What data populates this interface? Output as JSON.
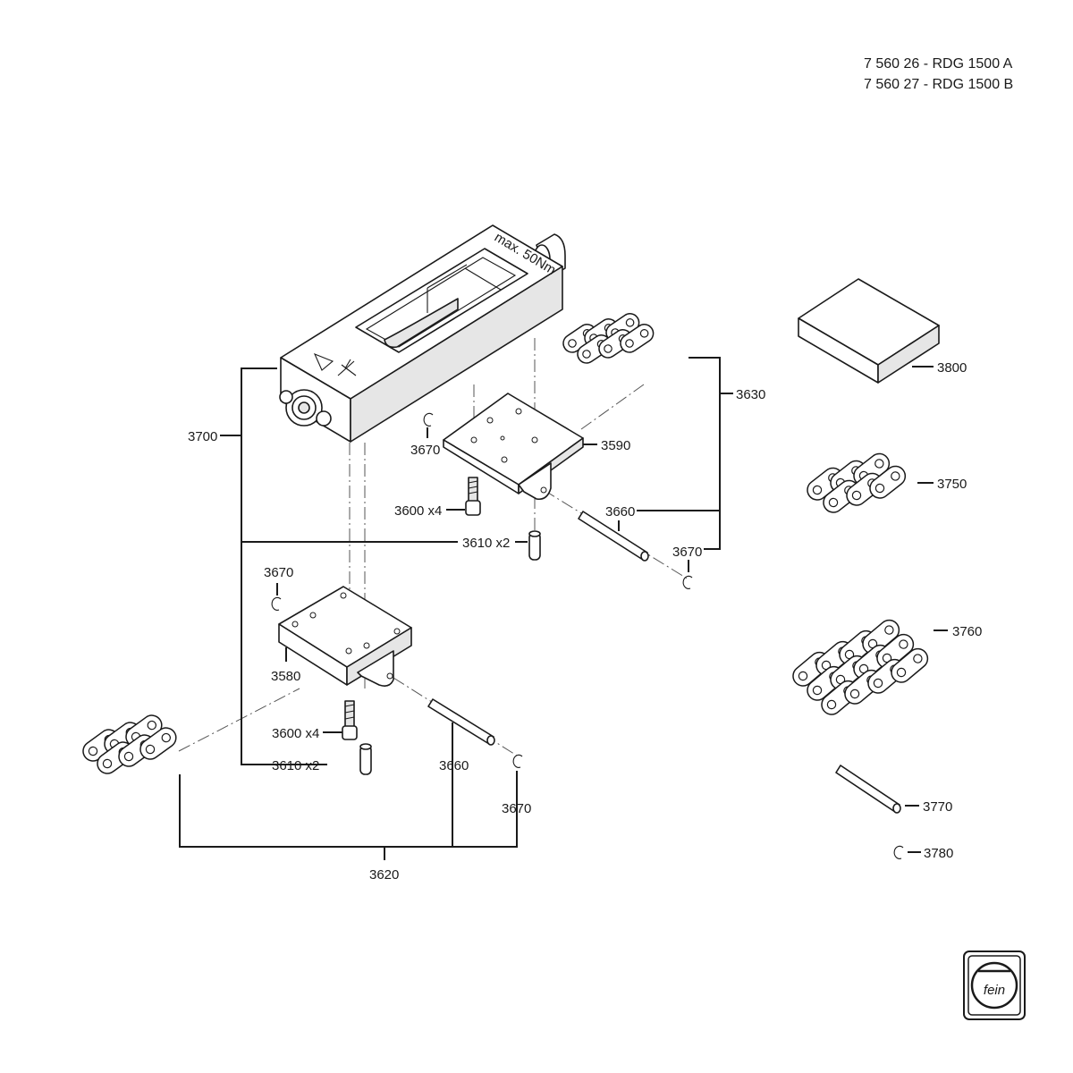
{
  "header": {
    "line1": "7 560 26 - RDG 1500 A",
    "line2": "7 560 27 - RDG 1500 B"
  },
  "housing_text": "max. 50Nm",
  "labels": {
    "p3700": "3700",
    "p3630": "3630",
    "p3800": "3800",
    "p3590": "3590",
    "p3670_a": "3670",
    "p3600_a": "3600 x4",
    "p3660_a": "3660",
    "p3610_a": "3610 x2",
    "p3670_b": "3670",
    "p3750": "3750",
    "p3670_c": "3670",
    "p3580": "3580",
    "p3760": "3760",
    "p3600_b": "3600 x4",
    "p3610_b": "3610 x2",
    "p3660_b": "3660",
    "p3670_d": "3670",
    "p3770": "3770",
    "p3780": "3780",
    "p3620": "3620"
  },
  "logo": {
    "text": "fein",
    "icon": "fein-logo-icon"
  },
  "colors": {
    "line": "#1a1a1a",
    "shade": "#e6e6e6"
  }
}
